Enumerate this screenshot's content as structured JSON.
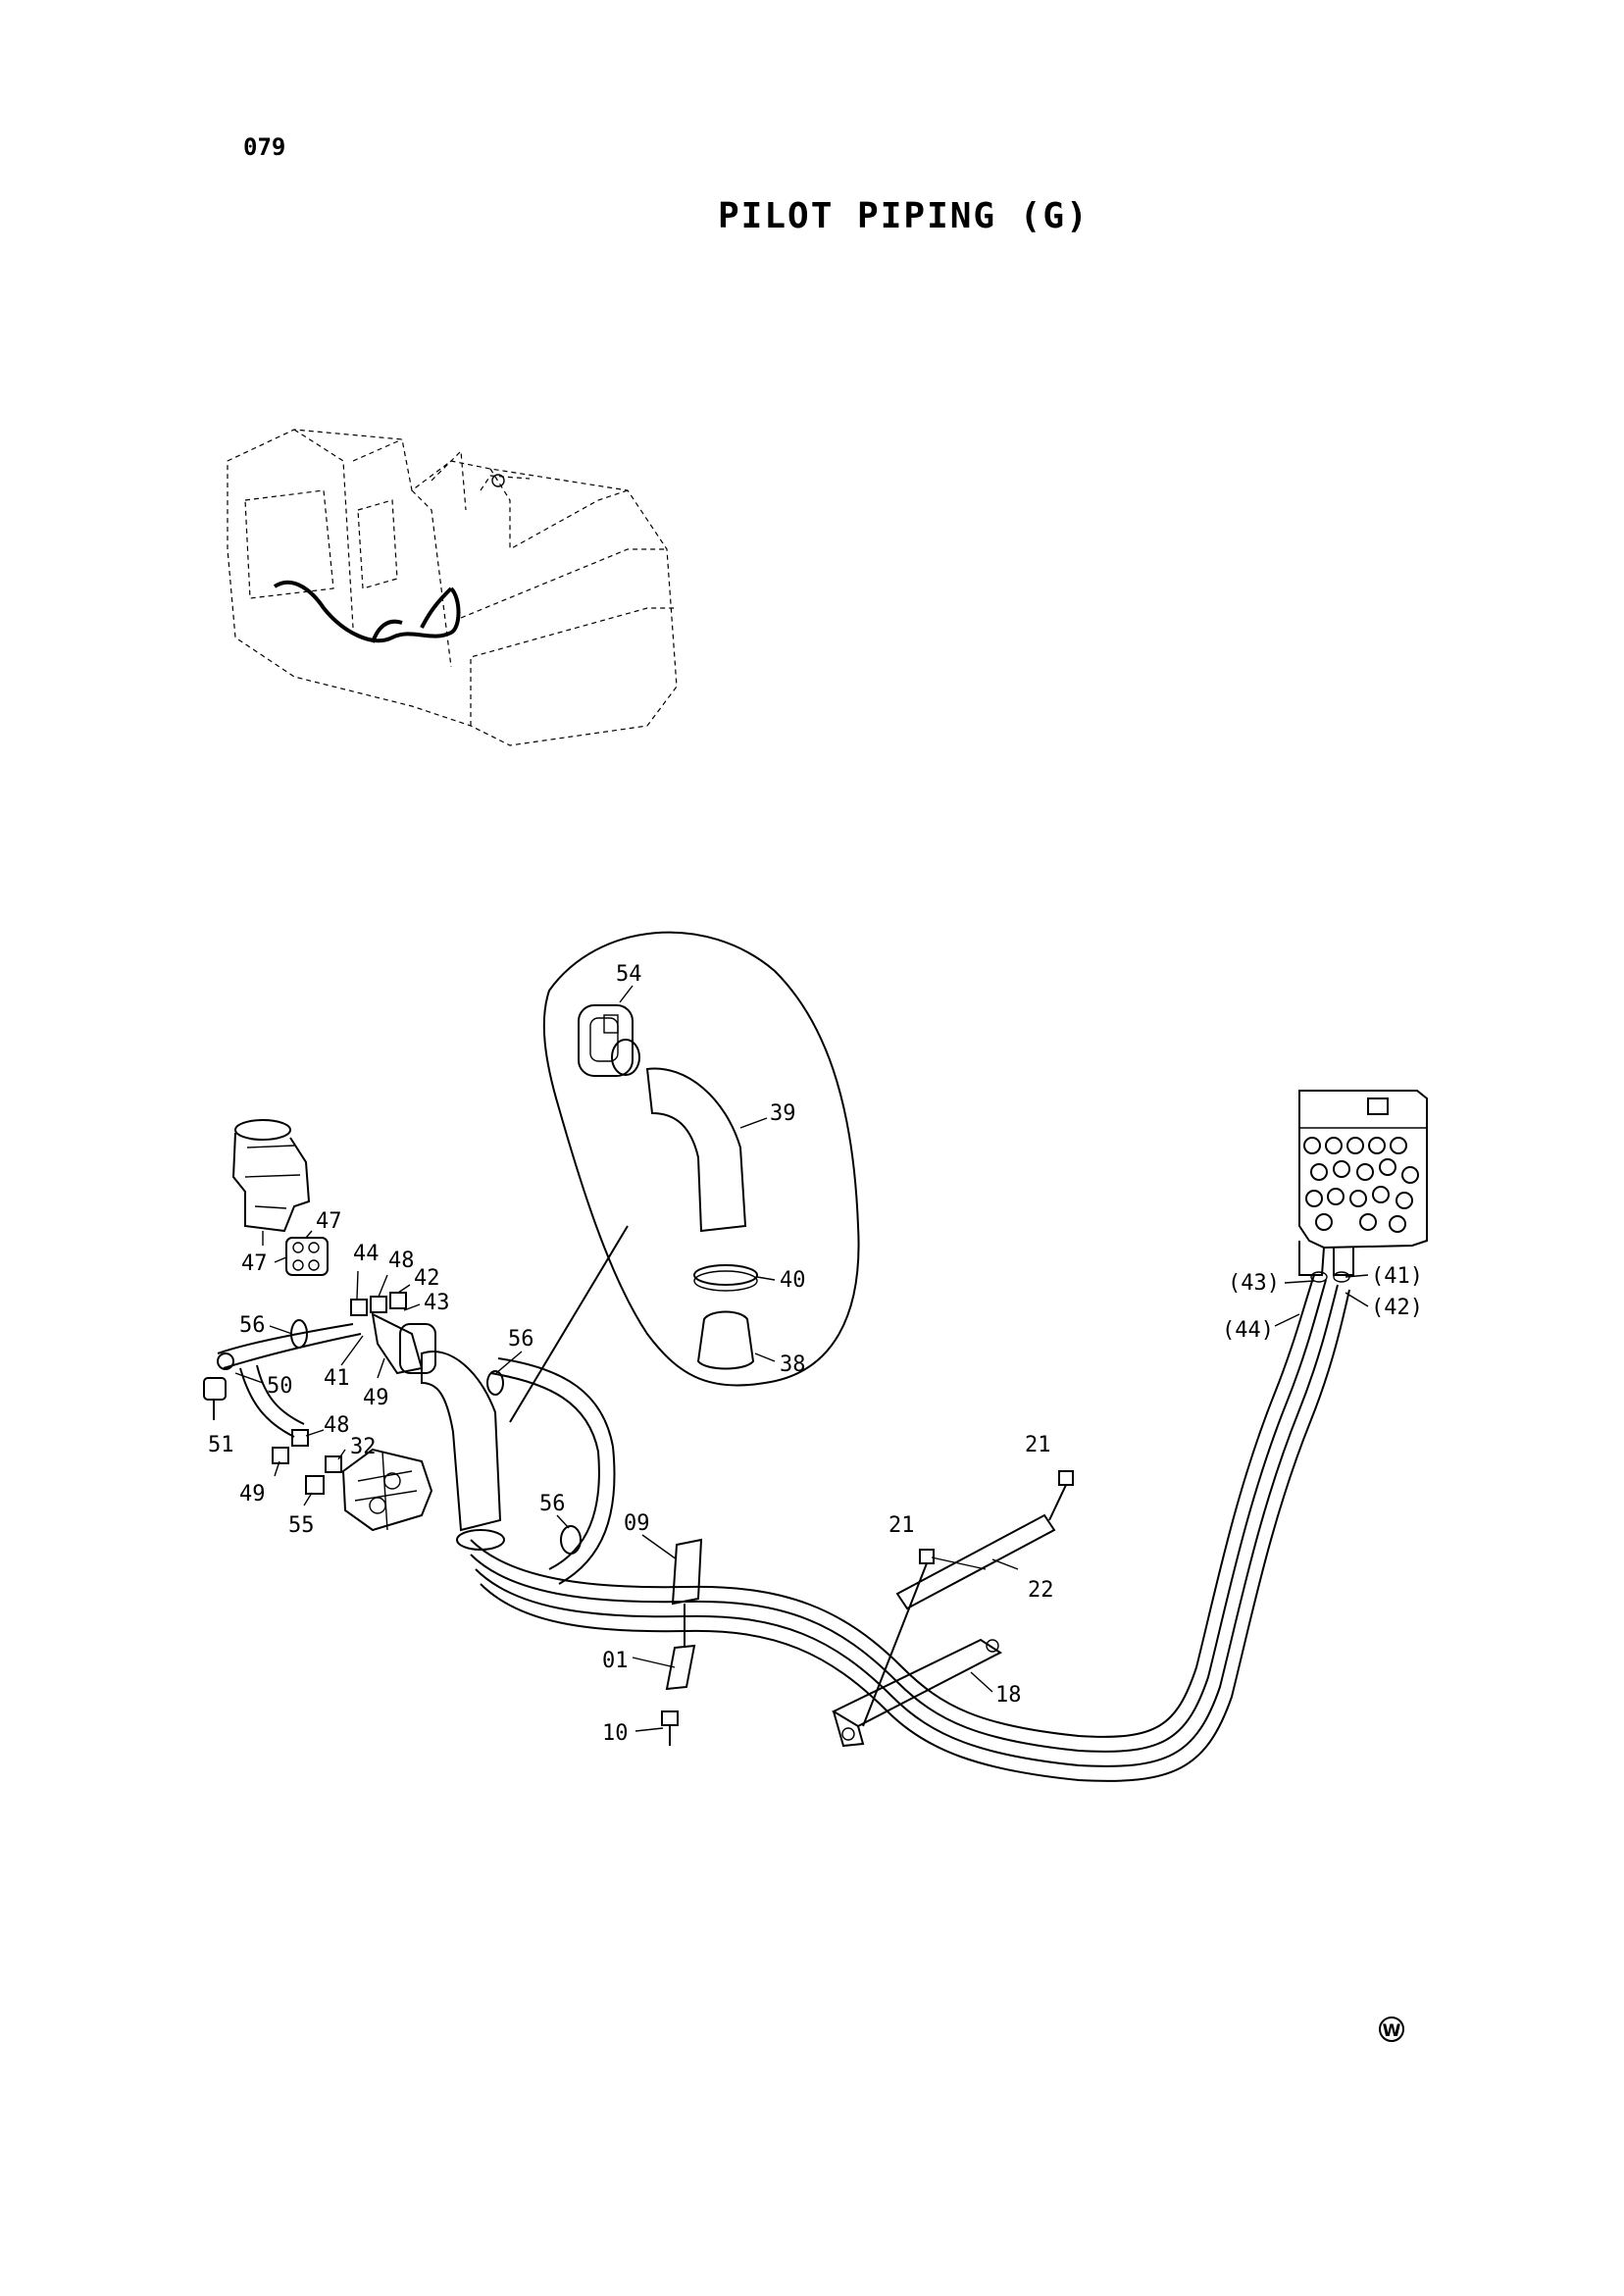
{
  "page_number": "079",
  "title": "PILOT PIPING (G)",
  "callouts": {
    "c54": "54",
    "c39": "39",
    "c40": "40",
    "c38": "38",
    "c47a": "47",
    "c47b": "47",
    "c44": "44",
    "c48a": "48",
    "c42": "42",
    "c43": "43",
    "c56a": "56",
    "c56b": "56",
    "c56c": "56",
    "c41": "41",
    "c49a": "49",
    "c50": "50",
    "c51": "51",
    "c48b": "48",
    "c32": "32",
    "c49b": "49",
    "c55": "55",
    "c09": "09",
    "c01": "01",
    "c10": "10",
    "c21a": "21",
    "c21b": "21",
    "c22": "22",
    "c18": "18",
    "p43": "(43)",
    "p41": "(41)",
    "p42": "(42)",
    "p44": "(44)"
  },
  "corner_mark": "W"
}
